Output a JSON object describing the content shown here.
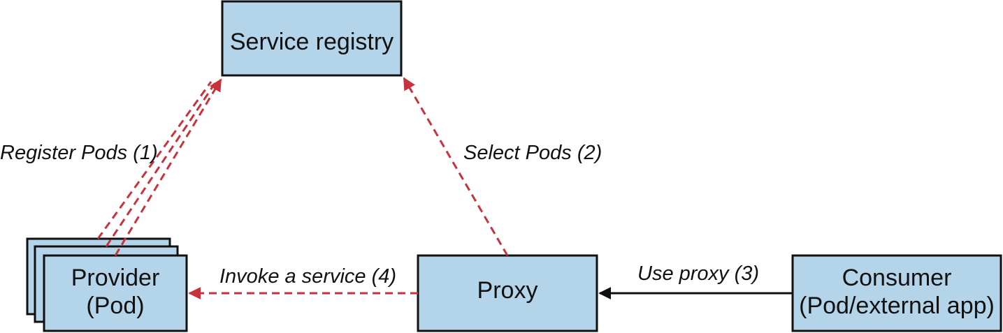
{
  "colors": {
    "box_fill": "#b3d4e9",
    "box_border": "#111111",
    "dashed_arrow": "#c8323c",
    "solid_arrow": "#111111",
    "text": "#111111"
  },
  "nodes": {
    "service_registry": {
      "label": "Service registry"
    },
    "provider": {
      "line1": "Provider",
      "line2": "(Pod)",
      "stacked": true
    },
    "proxy": {
      "label": "Proxy"
    },
    "consumer": {
      "line1": "Consumer",
      "line2": "(Pod/external app)"
    }
  },
  "edges": {
    "register_pods": {
      "label": "Register Pods (1)",
      "style": "dashed",
      "color": "#c8323c"
    },
    "select_pods": {
      "label": "Select Pods (2)",
      "style": "dashed",
      "color": "#c8323c"
    },
    "use_proxy": {
      "label": "Use proxy (3)",
      "style": "solid",
      "color": "#111111"
    },
    "invoke_service": {
      "label": "Invoke a service (4)",
      "style": "dashed",
      "color": "#c8323c"
    }
  }
}
